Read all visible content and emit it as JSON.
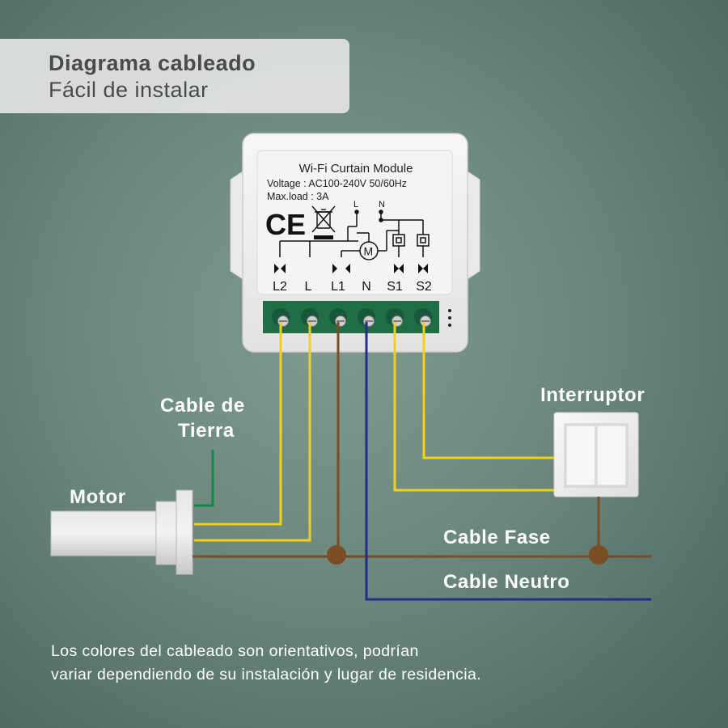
{
  "header": {
    "title": "Diagrama cableado",
    "subtitle": "Fácil de instalar"
  },
  "module": {
    "name": "Wi-Fi Curtain Module",
    "voltage": "Voltage : AC100-240V 50/60Hz",
    "max_load": "Max.load : 3A",
    "ce_mark": "CE",
    "motor_symbol": "M",
    "diagram_labels": {
      "l": "L",
      "n": "N"
    },
    "terminals": [
      "L2",
      "L",
      "L1",
      "N",
      "S1",
      "S2"
    ]
  },
  "labels": {
    "ground_line1": "Cable de",
    "ground_line2": "Tierra",
    "motor": "Motor",
    "switch": "Interruptor",
    "phase": "Cable Fase",
    "neutral": "Cable Neutro"
  },
  "note": {
    "line1": "Los colores del cableado son orientativos, podrían",
    "line2": "variar dependiendo de su instalación y lugar de residencia."
  },
  "colors": {
    "yellow_wire": "#f2cf18",
    "brown_wire": "#7a4e24",
    "blue_wire": "#242d86",
    "green_wire": "#0f8a45",
    "terminal_green": "#1f6e45"
  }
}
